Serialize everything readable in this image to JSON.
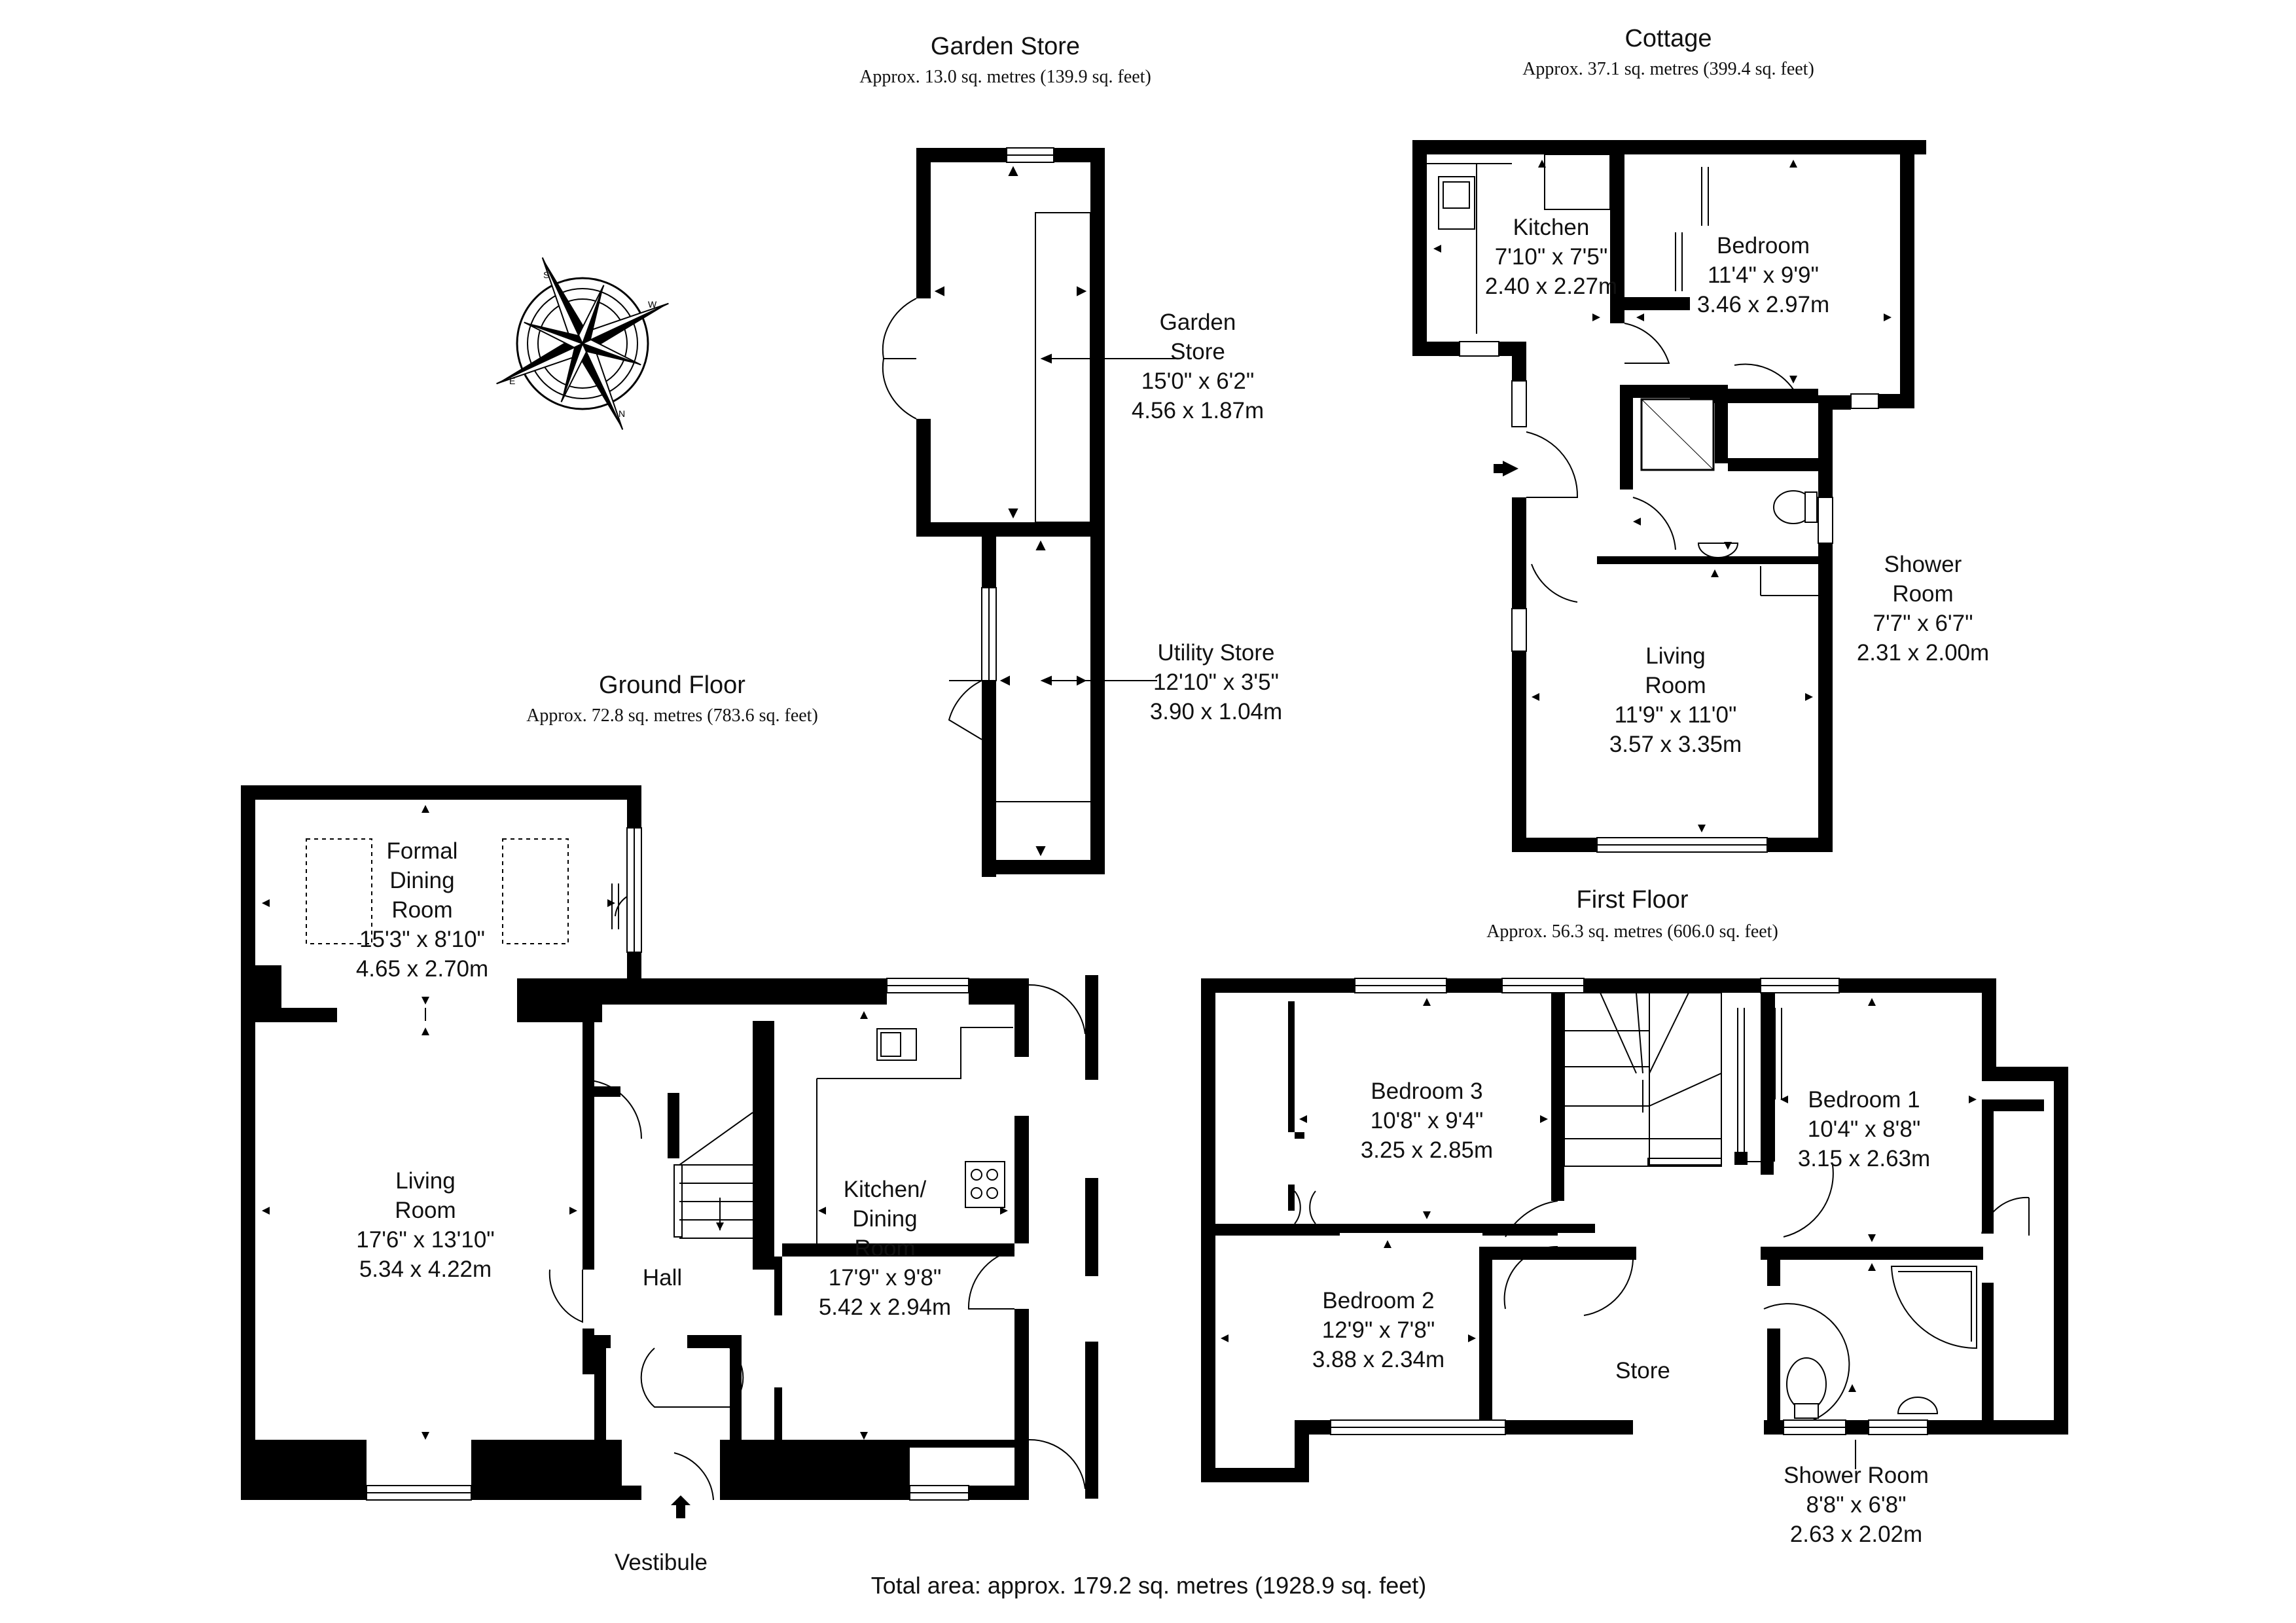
{
  "sections": {
    "garden_store": {
      "title": "Garden Store",
      "area": "Approx. 13.0 sq. metres (139.9 sq. feet)"
    },
    "cottage": {
      "title": "Cottage",
      "area": "Approx. 37.1 sq. metres (399.4 sq. feet)"
    },
    "ground_floor": {
      "title": "Ground Floor",
      "area": "Approx. 72.8 sq. metres (783.6 sq. feet)"
    },
    "first_floor": {
      "title": "First Floor",
      "area": "Approx. 56.3 sq. metres (606.0 sq. feet)"
    }
  },
  "rooms": {
    "garden_store": {
      "name1": "Garden",
      "name2": "Store",
      "imperial": "15'0\" x 6'2\"",
      "metric": "4.56 x 1.87m"
    },
    "utility_store": {
      "name": "Utility Store",
      "imperial": "12'10\" x 3'5\"",
      "metric": "3.90 x 1.04m"
    },
    "cottage_kitchen": {
      "name": "Kitchen",
      "imperial": "7'10\" x 7'5\"",
      "metric": "2.40 x 2.27m"
    },
    "cottage_bedroom": {
      "name": "Bedroom",
      "imperial": "11'4\" x 9'9\"",
      "metric": "3.46 x 2.97m"
    },
    "cottage_shower": {
      "name1": "Shower",
      "name2": "Room",
      "imperial": "7'7\" x 6'7\"",
      "metric": "2.31 x 2.00m"
    },
    "cottage_living": {
      "name1": "Living",
      "name2": "Room",
      "imperial": "11'9\" x 11'0\"",
      "metric": "3.57 x 3.35m"
    },
    "formal_dining": {
      "name1": "Formal",
      "name2": "Dining",
      "name3": "Room",
      "imperial": "15'3\" x 8'10\"",
      "metric": "4.65 x 2.70m"
    },
    "living_room": {
      "name1": "Living",
      "name2": "Room",
      "imperial": "17'6\" x 13'10\"",
      "metric": "5.34 x 4.22m"
    },
    "kitchen_dining": {
      "name1": "Kitchen/",
      "name2": "Dining",
      "name3": "Room",
      "imperial": "17'9\" x 9'8\"",
      "metric": "5.42 x 2.94m"
    },
    "hall": {
      "name": "Hall"
    },
    "vestibule": {
      "name": "Vestibule"
    },
    "bedroom3": {
      "name": "Bedroom 3",
      "imperial": "10'8\" x 9'4\"",
      "metric": "3.25 x 2.85m"
    },
    "bedroom1": {
      "name": "Bedroom 1",
      "imperial": "10'4\" x 8'8\"",
      "metric": "3.15 x 2.63m"
    },
    "bedroom2": {
      "name": "Bedroom 2",
      "imperial": "12'9\" x 7'8\"",
      "metric": "3.88 x 2.34m"
    },
    "store": {
      "name": "Store"
    },
    "shower_room": {
      "name": "Shower Room",
      "imperial": "8'8\" x 6'8\"",
      "metric": "2.63 x 2.02m"
    }
  },
  "total_area": "Total area: approx. 179.2 sq. metres (1928.9 sq. feet)",
  "compass": {
    "labels": [
      "S",
      "W",
      "N",
      "E"
    ]
  },
  "colors": {
    "wall": "#000000",
    "background": "#ffffff",
    "text": "#111111"
  }
}
